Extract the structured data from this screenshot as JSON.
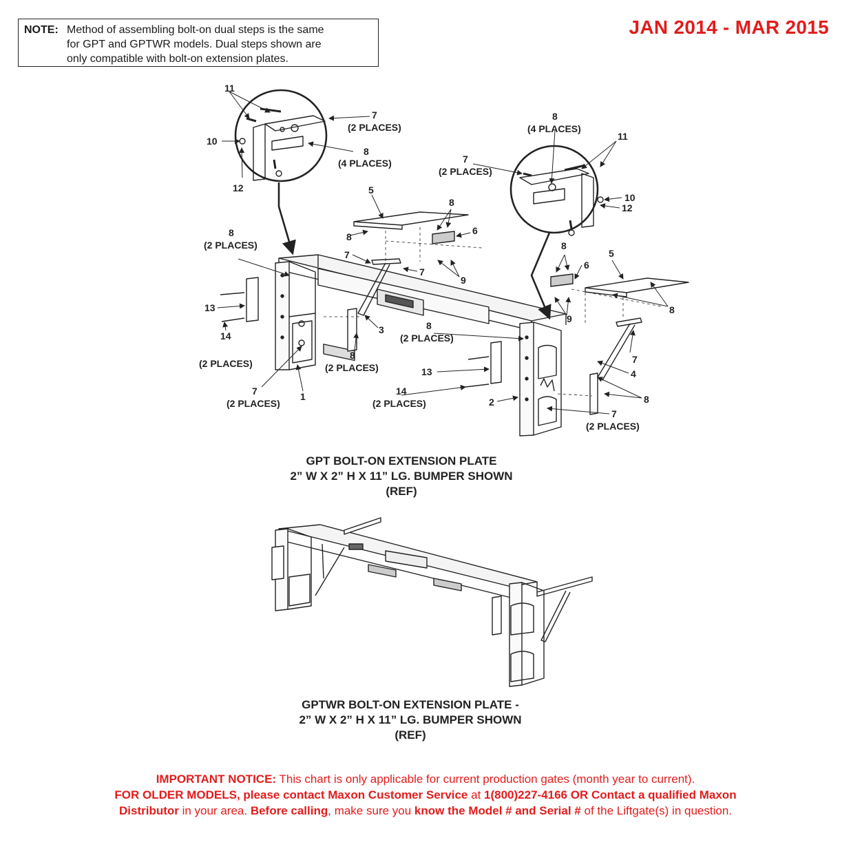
{
  "note": {
    "label": "NOTE:",
    "line1": "Method of assembling bolt-on dual steps is the same",
    "line2": "for GPT and GPTWR models. Dual steps shown are",
    "line3": "only compatible with bolt-on extension plates."
  },
  "date_range": "JAN 2014 - MAR 2015",
  "callouts": [
    {
      "id": "c11a",
      "text": "11"
    },
    {
      "id": "c7a",
      "text": "7"
    },
    {
      "id": "c7a2",
      "text": "(2 PLACES)"
    },
    {
      "id": "c10a",
      "text": "10"
    },
    {
      "id": "c8a",
      "text": "8"
    },
    {
      "id": "c8a2",
      "text": "(4 PLACES)"
    },
    {
      "id": "c12a",
      "text": "12"
    },
    {
      "id": "c8b",
      "text": "8"
    },
    {
      "id": "c8b2",
      "text": "(4 PLACES)"
    },
    {
      "id": "c11b",
      "text": "11"
    },
    {
      "id": "c7b",
      "text": "7"
    },
    {
      "id": "c7b2",
      "text": "(2 PLACES)"
    },
    {
      "id": "c10b",
      "text": "10"
    },
    {
      "id": "c12b",
      "text": "12"
    },
    {
      "id": "c5a",
      "text": "5"
    },
    {
      "id": "c8c",
      "text": "8"
    },
    {
      "id": "c8d",
      "text": "8"
    },
    {
      "id": "c6a",
      "text": "6"
    },
    {
      "id": "c7c",
      "text": "7"
    },
    {
      "id": "c7d",
      "text": "7"
    },
    {
      "id": "c9a",
      "text": "9"
    },
    {
      "id": "c8e",
      "text": "8"
    },
    {
      "id": "c8e2",
      "text": "(2 PLACES)"
    },
    {
      "id": "c13a",
      "text": "13"
    },
    {
      "id": "c14a",
      "text": "14"
    },
    {
      "id": "c14a2",
      "text": "(2 PLACES)"
    },
    {
      "id": "c3",
      "text": "3"
    },
    {
      "id": "c8f",
      "text": "8"
    },
    {
      "id": "c8f2",
      "text": "(2 PLACES)"
    },
    {
      "id": "c7e",
      "text": "7"
    },
    {
      "id": "c7e2",
      "text": "(2 PLACES)"
    },
    {
      "id": "c1",
      "text": "1"
    },
    {
      "id": "c8g",
      "text": "8"
    },
    {
      "id": "c8g2",
      "text": "(2 PLACES)"
    },
    {
      "id": "c13b",
      "text": "13"
    },
    {
      "id": "c14b",
      "text": "14"
    },
    {
      "id": "c14b2",
      "text": "(2 PLACES)"
    },
    {
      "id": "c2",
      "text": "2"
    },
    {
      "id": "c8h",
      "text": "8"
    },
    {
      "id": "c6b",
      "text": "6"
    },
    {
      "id": "c9b",
      "text": "9"
    },
    {
      "id": "c5b",
      "text": "5"
    },
    {
      "id": "c8i",
      "text": "8"
    },
    {
      "id": "c7f",
      "text": "7"
    },
    {
      "id": "c4",
      "text": "4"
    },
    {
      "id": "c8j",
      "text": "8"
    },
    {
      "id": "c7g",
      "text": "7"
    },
    {
      "id": "c7g2",
      "text": "(2 PLACES)"
    }
  ],
  "captions": {
    "gpt_line1": "GPT BOLT-ON EXTENSION PLATE",
    "gpt_line2": "2” W X 2” H X 11” LG.  BUMPER SHOWN",
    "gpt_line3": "(REF)",
    "gptwr_line1": "GPTWR BOLT-ON EXTENSION PLATE -",
    "gptwr_line2": "2” W X 2” H X 11” LG.  BUMPER SHOWN",
    "gptwr_line3": "(REF)"
  },
  "notice": {
    "p1_bold": "IMPORTANT NOTICE:",
    "p1_text": " This chart is only applicable for current production gates (month year to current).",
    "p2_bold": "FOR OLDER MODELS, please contact Maxon Customer Service",
    "p2_text": " at ",
    "p2_phone": "1(800)227-4166 OR Contact a qualified Maxon",
    "p3_bold": "Distributor",
    "p3_text1": " in your area. ",
    "p3_bold2": "Before calling",
    "p3_text2": ", make sure you ",
    "p3_bold3": "know the Model # and Serial #",
    "p3_text3": " of the Liftgate(s) in question."
  },
  "colors": {
    "accent_red": "#e21c1c",
    "line": "#222222"
  }
}
